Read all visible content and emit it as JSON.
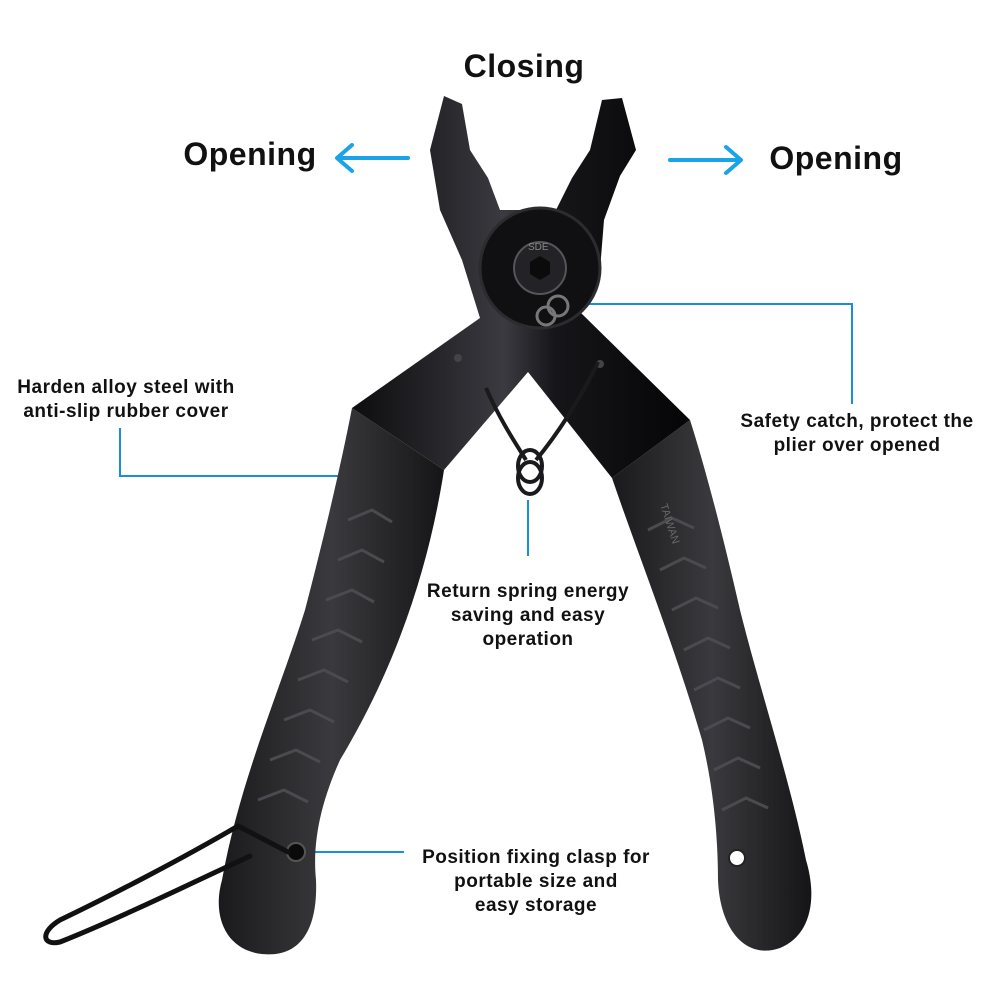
{
  "headings": {
    "closing": "Closing",
    "opening_left": "Opening",
    "opening_right": "Opening"
  },
  "callouts": {
    "harden": {
      "line1": "Harden alloy steel with",
      "line2": "anti-slip rubber cover"
    },
    "safety": {
      "line1": "Safety catch, protect the",
      "line2": "plier over opened"
    },
    "spring": {
      "line1": "Return spring energy",
      "line2": "saving and easy",
      "line3": "operation"
    },
    "clasp": {
      "line1": "Position fixing clasp for",
      "line2": "portable size and",
      "line3": "easy storage"
    }
  },
  "tool": {
    "pivot_marking": "SDE",
    "handle_marking": "TAIWAN"
  },
  "colors": {
    "arrow": "#1aa3e8",
    "leader": "#1a8fd6",
    "metal": "#1c1c1e",
    "rubber": "#2b2b2e",
    "text": "#111111"
  },
  "icons": [
    "arrow-left-icon",
    "arrow-right-icon"
  ]
}
